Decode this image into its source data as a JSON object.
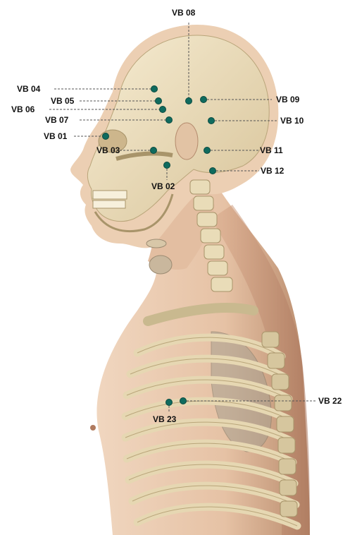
{
  "colors": {
    "skin": "#e8c9ae",
    "skin_shadow": "#c9a085",
    "bone": "#efe4c4",
    "bone_shadow": "#c9b98f",
    "acupoint": "#0f6b5e"
  },
  "points": {
    "vb01": "VB 01",
    "vb02": "VB 02",
    "vb03": "VB 03",
    "vb04": "VB 04",
    "vb05": "VB 05",
    "vb06": "VB 06",
    "vb07": "VB 07",
    "vb08": "VB 08",
    "vb09": "VB 09",
    "vb10": "VB 10",
    "vb11": "VB 11",
    "vb12": "VB 12",
    "vb22": "VB 22",
    "vb23": "VB 23"
  }
}
